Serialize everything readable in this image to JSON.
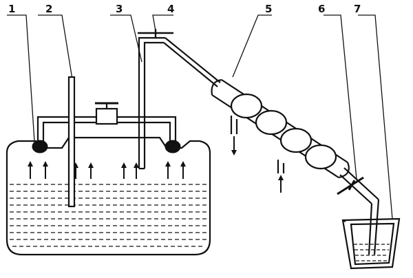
{
  "labels": [
    "1",
    "2",
    "3",
    "4",
    "5",
    "6",
    "7"
  ],
  "colors": {
    "ink": "#111111",
    "paper": "#ffffff"
  },
  "icons": [
    "arrow-up-icon",
    "arrow-down-icon",
    "valve-icon",
    "stopcock-icon"
  ]
}
